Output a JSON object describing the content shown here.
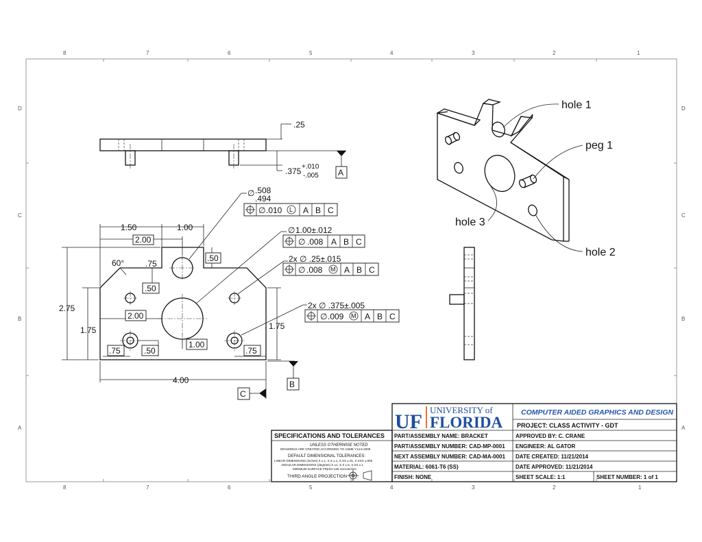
{
  "zones": {
    "columns": [
      "8",
      "7",
      "6",
      "5",
      "4",
      "3",
      "2",
      "1"
    ],
    "rows": [
      "D",
      "C",
      "B",
      "A"
    ]
  },
  "callouts": {
    "hole1": "hole 1",
    "peg1": "peg 1",
    "hole3": "hole 3",
    "hole2": "hole 2"
  },
  "dimensions": {
    "top_thickness": ".25",
    "peg_height_base": ".375",
    "peg_height_plus": "+.010",
    "peg_height_minus": "-.005",
    "h150": "1.50",
    "h100": "1.00",
    "h200_top": "2.00",
    "angle": "60°",
    "v075": ".75",
    "v050_notch": ".50",
    "v050_left": ".50",
    "v275": "2.75",
    "v175_left": "1.75",
    "v175_right": "1.75",
    "h200_mid": "2.00",
    "h100_bottom": "1.00",
    "h075_left": ".75",
    "h050_bottom": ".50",
    "h075_right": ".75",
    "h400": "4.00"
  },
  "datums": {
    "A": "A",
    "B": "B",
    "C": "C"
  },
  "gdt": {
    "hole1_size_upper": ".508",
    "hole1_size_lower": ".494",
    "hole1_fcf": [
      ".010",
      "L",
      "A",
      "B",
      "C"
    ],
    "hole3_size": "1.00±.012",
    "hole3_fcf": [
      ".008",
      "A",
      "B",
      "C"
    ],
    "holes_small_size": "2x ∅ .25±.015",
    "holes_small_fcf": [
      ".008",
      "M",
      "A",
      "B",
      "C"
    ],
    "pegs_size": "2x ∅ .375±.005",
    "pegs_fcf": [
      ".009",
      "M",
      "A",
      "B",
      "C"
    ]
  },
  "symbols": {
    "diameter": "∅"
  },
  "title_block": {
    "logo_uf": "UF",
    "logo_university": "UNIVERSITY of",
    "logo_florida": "FLORIDA",
    "course": "COMPUTER AIDED GRAPHICS AND DESIGN",
    "project": "PROJECT:  CLASS ACTIVITY - GDT",
    "spec_title": "SPECIFICATIONS AND TOLERANCES",
    "spec_line1": "UNLESS OTHERWISE NOTED",
    "spec_line2": "DRAWINGS ARE CREATED ACCORDING TO ASME Y14.5-2009",
    "spec_line3": "DEFAULT DIMENSIONAL TOLERANCES:",
    "spec_line4": "LINEAR DIMENSIONS (inches) X ±.1, X.X ±.1, X.XX ±.01, X.XXX ±.005",
    "spec_line5": "ANGULAR DIMENSIONS (degrees) X ±1, X.X ±.5, X.XX ±.1",
    "spec_line6": "MINIMUM SURFACE FINISH 125 microinches",
    "projection": "THIRD ANGLE PROJECTION",
    "part_name": "PART/ASSEMBLY NAME: BRACKET",
    "part_number": "PART/ASSEMBLY NUMBER: CAD-MP-0001",
    "next_assembly": "NEXT ASSEMBLY NUMBER:  CAD-MA-0001",
    "material": "MATERIAL:  6061-T6 (SS)",
    "finish": "FINISH:  NONE",
    "approved_by": "APPROVED BY:  C. CRANE",
    "engineer": "ENGINEER:  AL GATOR",
    "date_created": "DATE CREATED:  11/21/2014",
    "date_approved": "DATE APPROVED:  11/21/2014",
    "sheet_scale": "SHEET SCALE:  1:1",
    "sheet_number": "SHEET NUMBER:  1 of 1"
  },
  "colors": {
    "uf_blue": "#1f4e9c",
    "uf_orange": "#e8742a",
    "course_blue": "#2457a8"
  }
}
